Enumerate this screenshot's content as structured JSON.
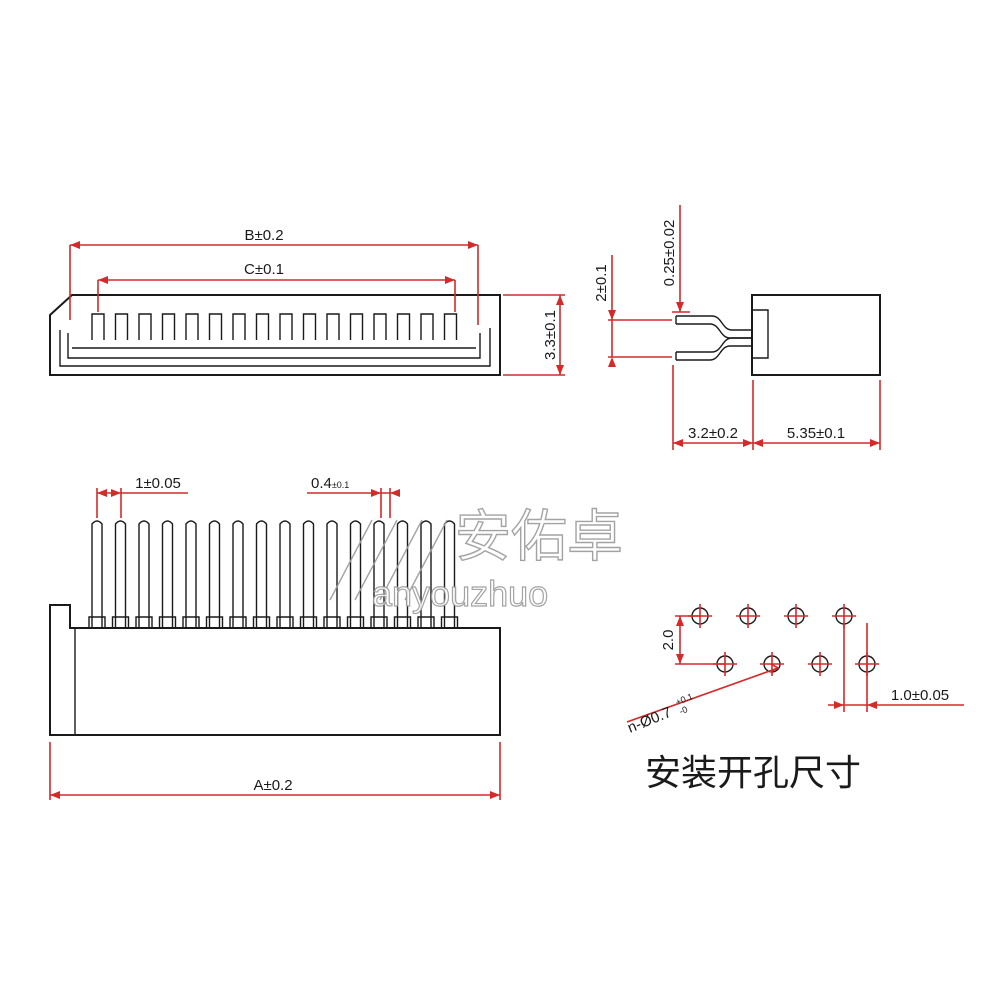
{
  "dimensions": {
    "b_width": "B±0.2",
    "c_width": "C±0.1",
    "height": "3.3±0.1",
    "pin_height": "2±0.1",
    "pin_thickness": "0.25±0.02",
    "lead_length": "3.2±0.2",
    "body_depth": "5.35±0.1",
    "pitch": "1±0.05",
    "pin_width_value": "0.4",
    "pin_width_tol": "±0.1",
    "a_width": "A±0.2",
    "row_spacing": "2.0",
    "hole_offset": "1.0±0.05",
    "hole_diameter": "n-Ø0.7",
    "hole_tol_plus": "+0.1",
    "hole_tol_minus": "-0"
  },
  "caption": "安装开孔尺寸",
  "watermark": {
    "chinese": "安佑卓",
    "latin": "anyouzhuo"
  },
  "colors": {
    "outline": "#1a1a1a",
    "dimension": "#d42a2a"
  }
}
